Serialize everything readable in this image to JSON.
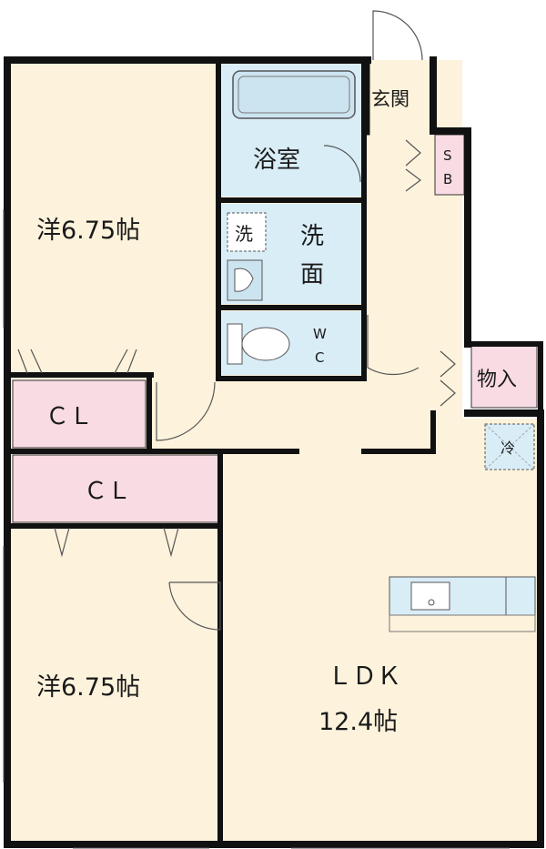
{
  "rooms": {
    "western_top": "洋6.75帖",
    "western_bottom": "洋6.75帖",
    "ldk_name": "ＬＤＫ",
    "ldk_size": "12.4帖",
    "bath": "浴室",
    "washroom_line1": "洗",
    "washroom_line2": "面",
    "washer": "洗",
    "wc_line1": "W",
    "wc_line2": "C",
    "entrance": "玄関",
    "shoe_box_line1": "S",
    "shoe_box_line2": "B",
    "storage": "物入",
    "closet_top": "ＣＬ",
    "closet_bottom": "ＣＬ",
    "fridge": "冷"
  },
  "colors": {
    "floor": "#fdf3dc",
    "wet_area": "#d9edf7",
    "closet": "#f9dbe3",
    "wall": "#111111"
  }
}
